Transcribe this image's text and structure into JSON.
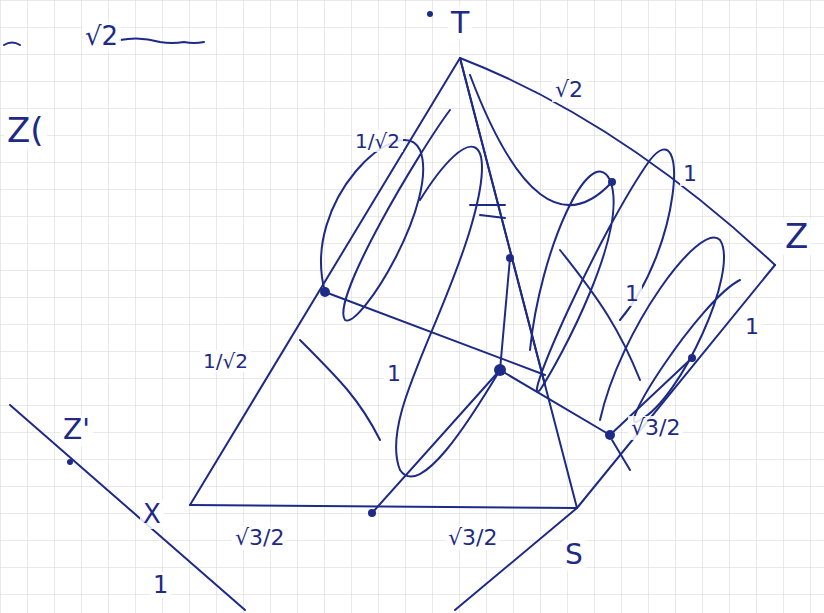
{
  "diagram": {
    "labels": [
      "√2",
      "Z(",
      "T",
      "1/√2",
      "1/√2",
      "Z'",
      "X",
      "1",
      "√3/2",
      "√3/2",
      "S",
      "Z",
      "√2",
      "1",
      "1",
      "1",
      "1",
      "√3/2"
    ]
  }
}
